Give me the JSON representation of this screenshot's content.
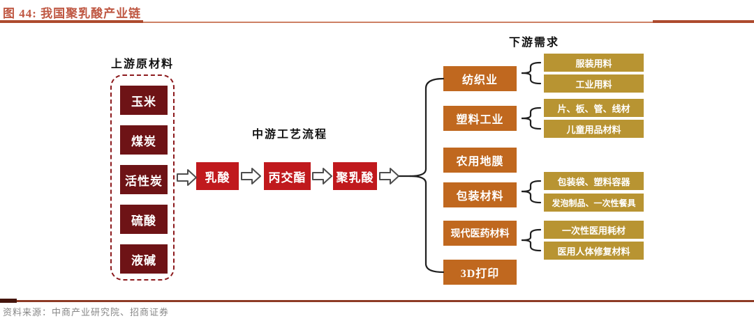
{
  "figure": {
    "title": "图 44: 我国聚乳酸产业链",
    "source": "资料来源：中商产业研究院、招商证券"
  },
  "colors": {
    "title_text": "#bf5742",
    "top_rule": "#ad4a2e",
    "bottom_rule": "#8d3a25",
    "upstream_box": "#6e1316",
    "midstream_box": "#c0191d",
    "downstream_box": "#c0681f",
    "subitem_box": "#b89432",
    "connector_line": "#1f1f1f",
    "source_text": "#878787"
  },
  "upstream": {
    "label": "上游原材料",
    "items": [
      "玉米",
      "煤炭",
      "活性炭",
      "硫酸",
      "液碱"
    ]
  },
  "midstream": {
    "label": "中游工艺流程",
    "steps": [
      "乳酸",
      "丙交酯",
      "聚乳酸"
    ]
  },
  "downstream": {
    "label": "下游需求",
    "categories": [
      {
        "label": "纺织业",
        "children": [
          "服装用料",
          "工业用料"
        ]
      },
      {
        "label": "塑料工业",
        "children": [
          "片、板、管、线材",
          "儿童用品材料"
        ]
      },
      {
        "label": "农用地膜",
        "children": []
      },
      {
        "label": "包装材料",
        "children": [
          "包装袋、塑料容器",
          "发泡制品、一次性餐具"
        ]
      },
      {
        "label": "现代医药材料",
        "children": [
          "一次性医用耗材",
          "医用人体修复材料"
        ]
      },
      {
        "label": "3D打印",
        "children": []
      }
    ]
  }
}
